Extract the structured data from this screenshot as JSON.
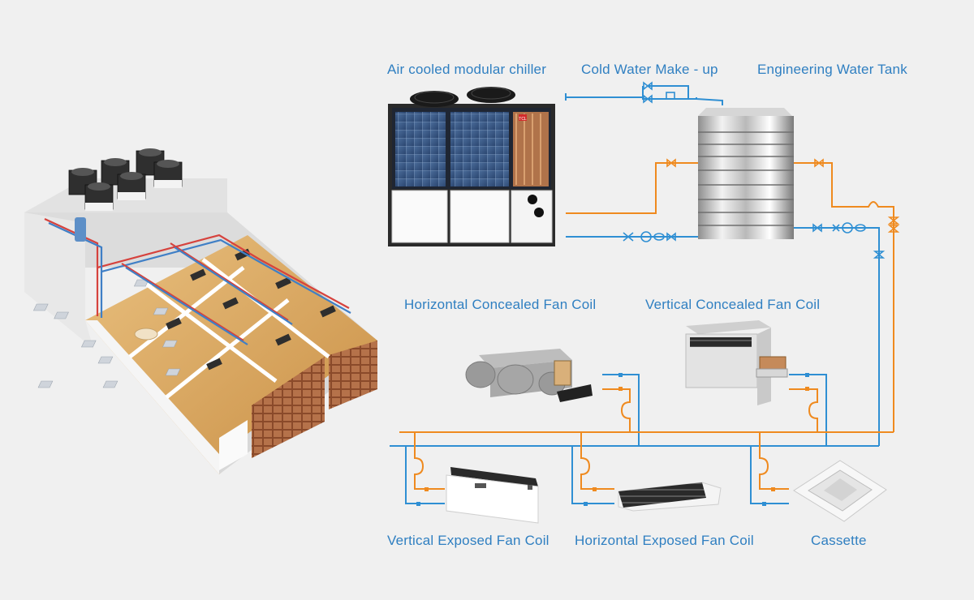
{
  "labels": {
    "chiller": "Air cooled modular chiller",
    "makeup": "Cold Water Make - up",
    "tank": "Engineering Water Tank",
    "hcfc": "Horizontal Concealed Fan Coil",
    "vcfc": "Vertical Concealed Fan Coil",
    "vefc": "Vertical Exposed Fan Coil",
    "hefc": "Horizontal Exposed Fan Coil",
    "cassette": "Cassette"
  },
  "chiller_badge": "TCL",
  "colors": {
    "supply_pipe": "#ef8a1f",
    "return_pipe": "#2f8fd3",
    "label_text": "#2f7fc1",
    "background": "#f0f0f0"
  },
  "icons": [
    "valve-icon",
    "pump-icon",
    "filter-icon",
    "fan-icon"
  ]
}
